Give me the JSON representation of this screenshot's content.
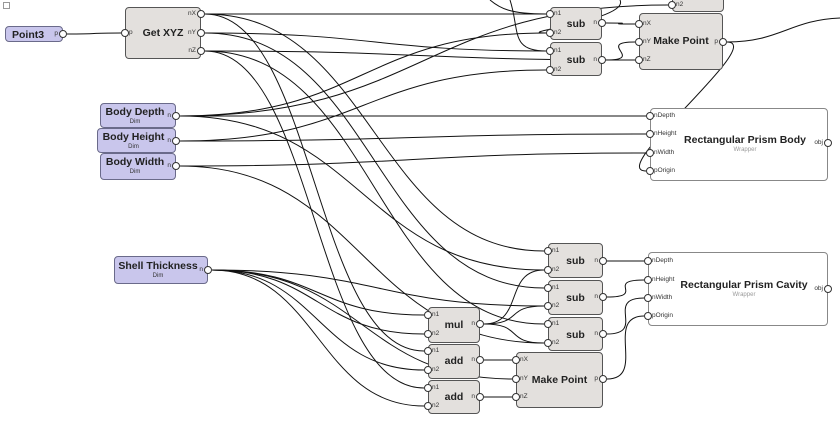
{
  "graph": {
    "nodes": [
      {
        "id": "point3",
        "kind": "param",
        "title": "Point3",
        "sub": "",
        "inputs": [],
        "outputs": [
          "p"
        ]
      },
      {
        "id": "getxyz",
        "kind": "op",
        "title": "Get XYZ",
        "sub": "",
        "inputs": [
          "p"
        ],
        "outputs": [
          "nX",
          "nY",
          "nZ"
        ]
      },
      {
        "id": "sub1",
        "kind": "op",
        "title": "sub",
        "sub": "",
        "inputs": [
          "n1",
          "n2"
        ],
        "outputs": [
          "n"
        ]
      },
      {
        "id": "sub2",
        "kind": "op",
        "title": "sub",
        "sub": "",
        "inputs": [
          "n1",
          "n2"
        ],
        "outputs": [
          "n"
        ]
      },
      {
        "id": "mp1",
        "kind": "op",
        "title": "Make Point",
        "sub": "",
        "inputs": [
          "nX",
          "nY",
          "nZ"
        ],
        "outputs": [
          "p"
        ]
      },
      {
        "id": "topnode",
        "kind": "op",
        "title": "",
        "sub": "",
        "inputs": [
          "n2"
        ],
        "outputs": []
      },
      {
        "id": "bdepth",
        "kind": "param",
        "title": "Body Depth",
        "sub": "Dim",
        "inputs": [],
        "outputs": [
          "n"
        ]
      },
      {
        "id": "bheight",
        "kind": "param",
        "title": "Body Height",
        "sub": "Dim",
        "inputs": [],
        "outputs": [
          "n"
        ]
      },
      {
        "id": "bwidth",
        "kind": "param",
        "title": "Body Width",
        "sub": "Dim",
        "inputs": [],
        "outputs": [
          "n"
        ]
      },
      {
        "id": "rpb",
        "kind": "wrapper",
        "title": "Rectangular Prism Body",
        "sub": "Wrapper",
        "inputs": [
          "nDepth",
          "nHeight",
          "nWidth",
          "pOrigin"
        ],
        "outputs": [
          "obj"
        ]
      },
      {
        "id": "shell",
        "kind": "param",
        "title": "Shell Thickness",
        "sub": "Dim",
        "inputs": [],
        "outputs": [
          "n"
        ]
      },
      {
        "id": "sub3",
        "kind": "op",
        "title": "sub",
        "sub": "",
        "inputs": [
          "n1",
          "n2"
        ],
        "outputs": [
          "n"
        ]
      },
      {
        "id": "sub4",
        "kind": "op",
        "title": "sub",
        "sub": "",
        "inputs": [
          "n1",
          "n2"
        ],
        "outputs": [
          "n"
        ]
      },
      {
        "id": "sub5",
        "kind": "op",
        "title": "sub",
        "sub": "",
        "inputs": [
          "n1",
          "n2"
        ],
        "outputs": [
          "n"
        ]
      },
      {
        "id": "rpc",
        "kind": "wrapper",
        "title": "Rectangular Prism Cavity",
        "sub": "Wrapper",
        "inputs": [
          "nDepth",
          "nHeight",
          "nWidth",
          "pOrigin"
        ],
        "outputs": [
          "obj"
        ]
      },
      {
        "id": "mul",
        "kind": "op",
        "title": "mul",
        "sub": "",
        "inputs": [
          "n1",
          "n2"
        ],
        "outputs": [
          "n"
        ]
      },
      {
        "id": "add1",
        "kind": "op",
        "title": "add",
        "sub": "",
        "inputs": [
          "n1",
          "n2"
        ],
        "outputs": [
          "n"
        ]
      },
      {
        "id": "add2",
        "kind": "op",
        "title": "add",
        "sub": "",
        "inputs": [
          "n1",
          "n2"
        ],
        "outputs": [
          "n"
        ]
      },
      {
        "id": "mp2",
        "kind": "op",
        "title": "Make Point",
        "sub": "",
        "inputs": [
          "nX",
          "nY",
          "nZ"
        ],
        "outputs": [
          "p"
        ]
      }
    ],
    "edges": [
      [
        "point3.out.0",
        "getxyz.in.0"
      ],
      [
        "getxyz.out.0",
        "sub1.in.0"
      ],
      [
        "getxyz.out.1",
        "sub2.in.0"
      ],
      [
        "getxyz.out.2",
        "mp1.in.2"
      ],
      [
        "getxyz.out.0",
        "sub3.in.0"
      ],
      [
        "getxyz.out.1",
        "sub4.in.0"
      ],
      [
        "getxyz.out.2",
        "sub5.in.0"
      ],
      [
        "getxyz.out.0",
        "add1.in.0"
      ],
      [
        "getxyz.out.2",
        "add2.in.0"
      ],
      [
        "sub1.out.0",
        "mp1.in.0"
      ],
      [
        "sub2.out.0",
        "mp1.in.1"
      ],
      [
        "mp1.out.0",
        "rpb.in.3"
      ],
      [
        "bdepth.out.0",
        "rpb.in.0"
      ],
      [
        "bheight.out.0",
        "rpb.in.1"
      ],
      [
        "bwidth.out.0",
        "rpb.in.2"
      ],
      [
        "bdepth.out.0",
        "sub1.in.1"
      ],
      [
        "bheight.out.0",
        "sub2.in.1"
      ],
      [
        "bdepth.out.0",
        "sub3.in.1"
      ],
      [
        "bwidth.out.0",
        "sub5.in.1"
      ],
      [
        "bdepth.out.0",
        "topnode.in.0"
      ],
      [
        "shell.out.0",
        "sub4.in.1"
      ],
      [
        "shell.out.0",
        "mul.in.0"
      ],
      [
        "shell.out.0",
        "mul.in.1"
      ],
      [
        "shell.out.0",
        "add1.in.1"
      ],
      [
        "shell.out.0",
        "add2.in.1"
      ],
      [
        "shell.out.0",
        "mp2.in.1"
      ],
      [
        "sub3.out.0",
        "rpc.in.0"
      ],
      [
        "sub4.out.0",
        "rpc.in.1"
      ],
      [
        "sub5.out.0",
        "rpc.in.2"
      ],
      [
        "mp2.out.0",
        "rpc.in.3"
      ],
      [
        "mul.out.0",
        "sub3.in.1"
      ],
      [
        "mul.out.0",
        "sub4.in.1"
      ],
      [
        "mul.out.0",
        "sub5.in.1"
      ],
      [
        "add1.out.0",
        "mp2.in.0"
      ],
      [
        "add2.out.0",
        "mp2.in.2"
      ]
    ]
  }
}
